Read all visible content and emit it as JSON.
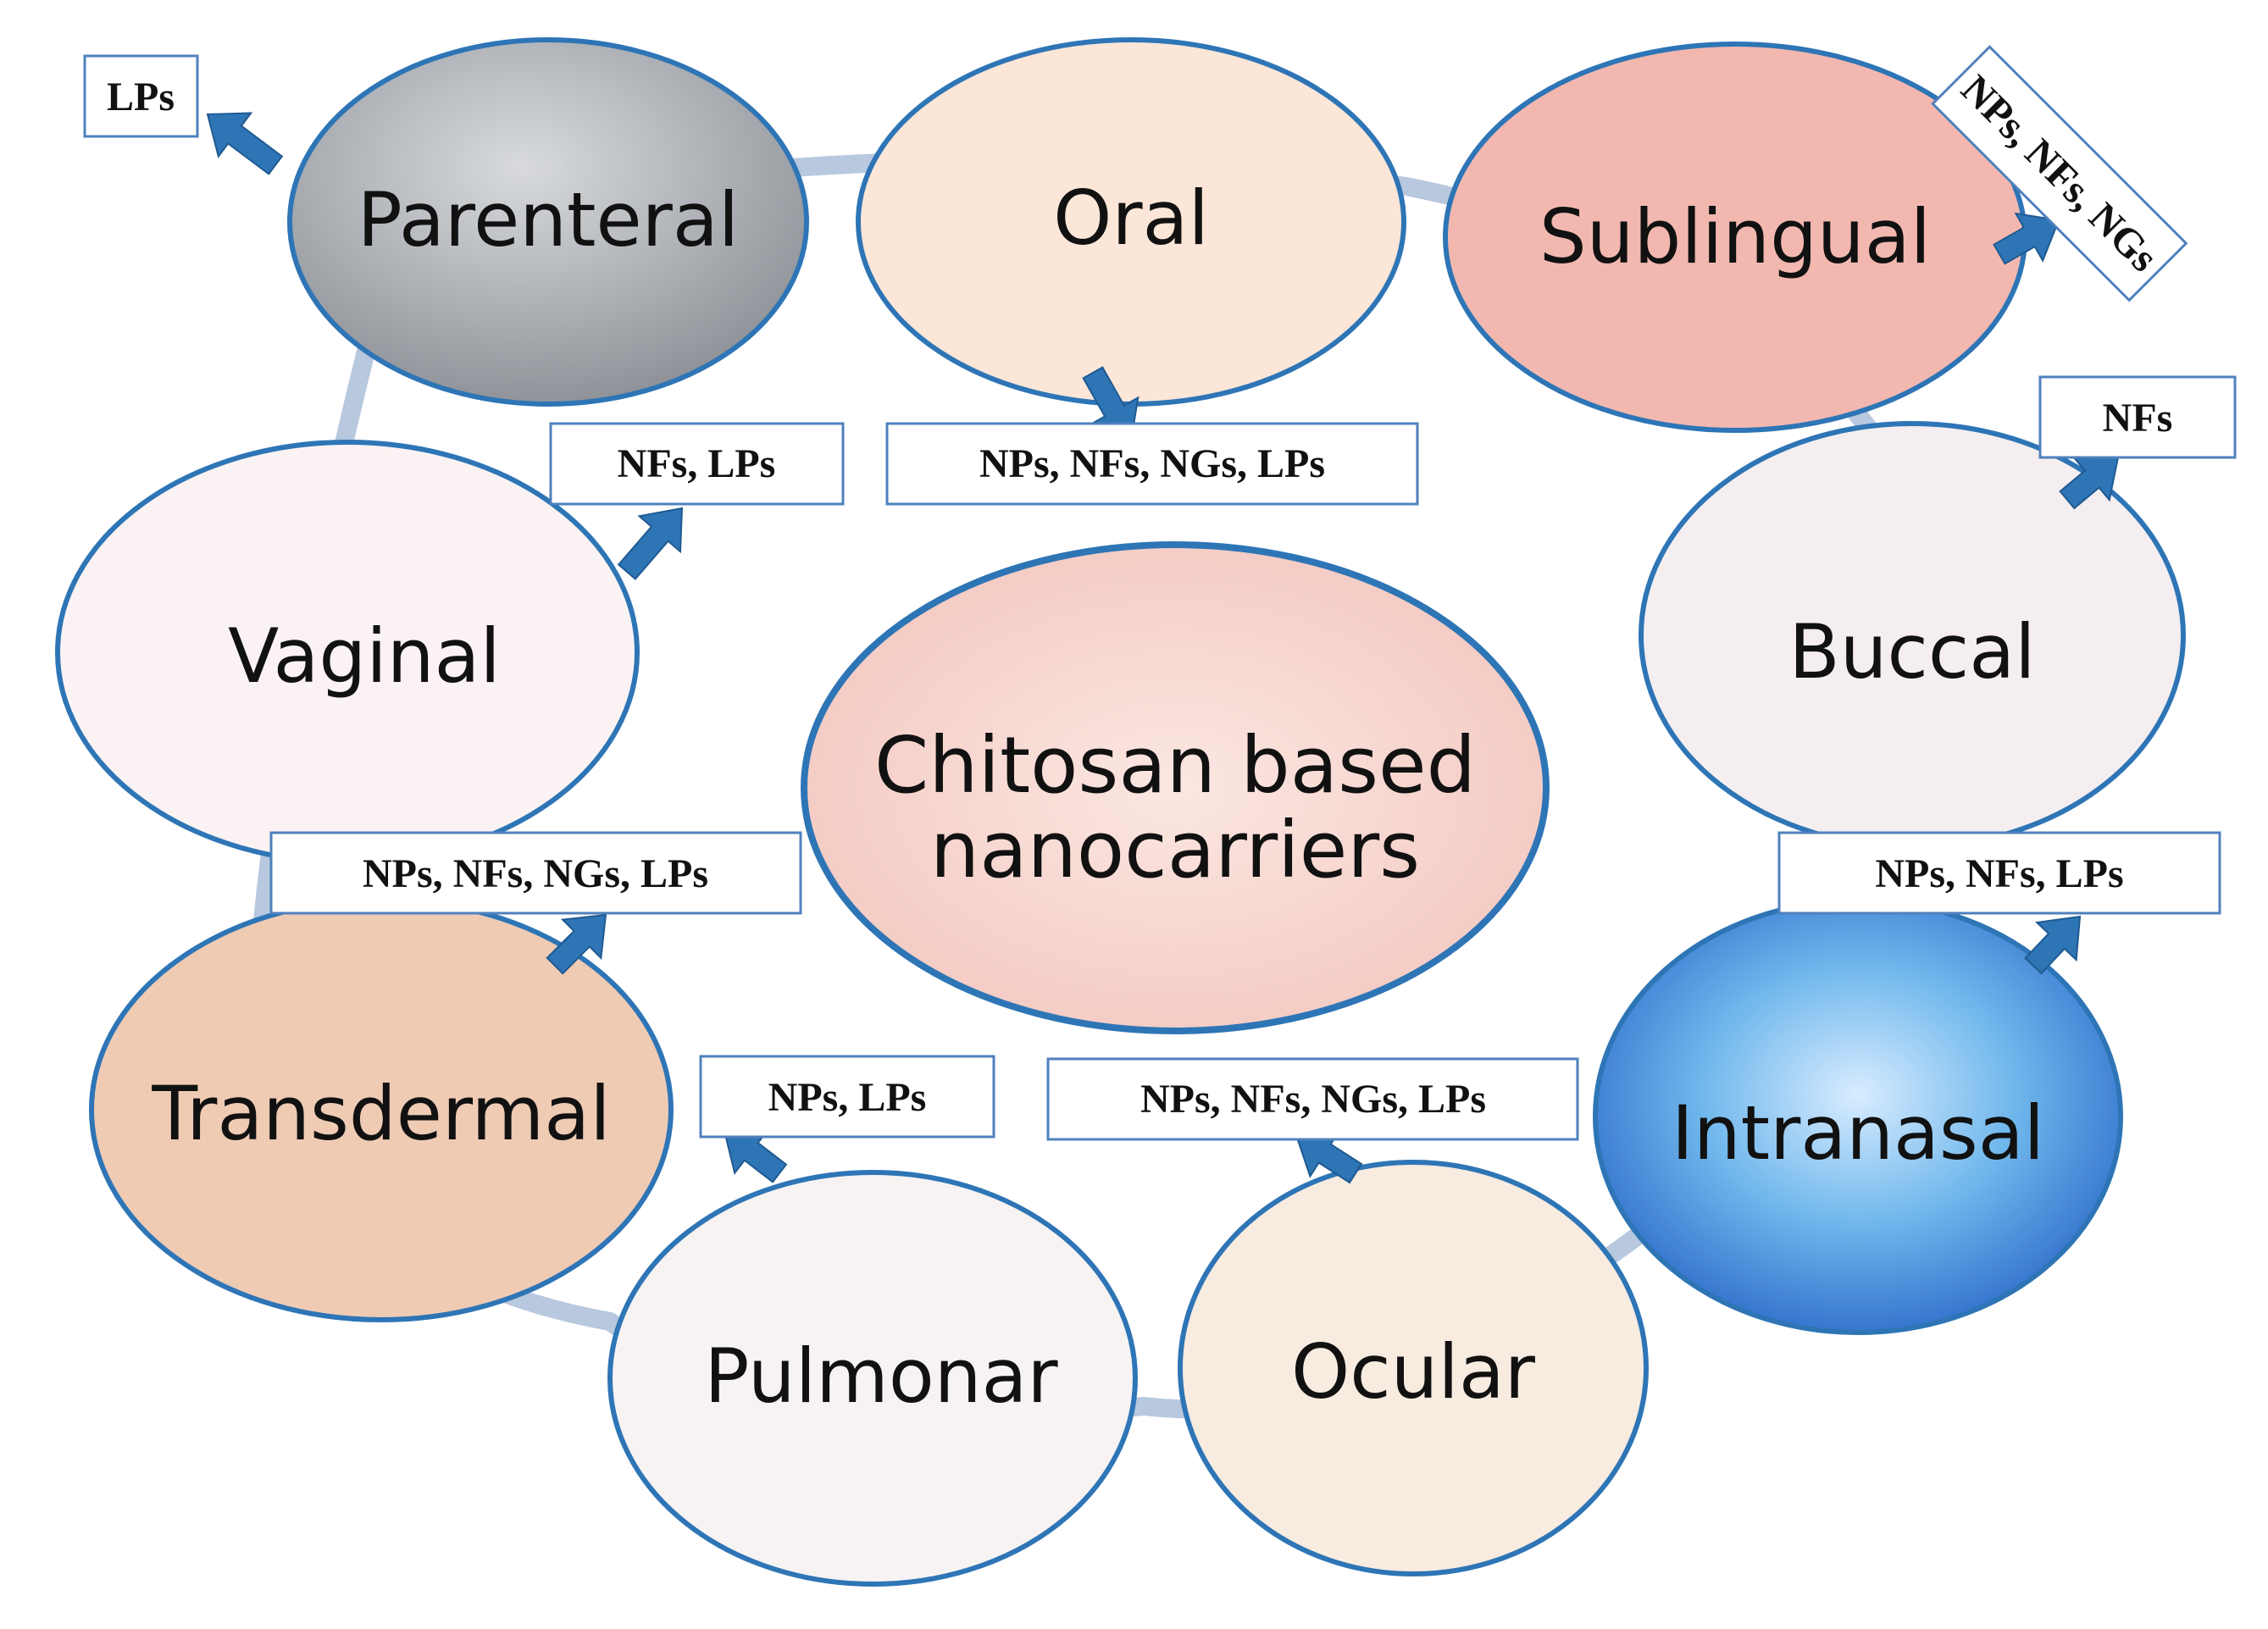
{
  "center": {
    "line1": "Chitosan based",
    "line2": "nanocarriers"
  },
  "routes": [
    {
      "id": "parenteral",
      "label": "Parenteral",
      "carriers": "LPs",
      "fill": "#9a9ea4"
    },
    {
      "id": "oral",
      "label": "Oral",
      "carriers": "NPs, NFs, NGs, LPs",
      "fill": "#fbe6d8"
    },
    {
      "id": "sublingual",
      "label": "Sublingual",
      "carriers": "NPs, NFs, NGs",
      "fill": "#f2b8b0"
    },
    {
      "id": "buccal",
      "label": "Buccal",
      "carriers": "NFs",
      "fill": "#f4eef0"
    },
    {
      "id": "intranasal",
      "label": "Intranasal",
      "carriers": "NPs, NFs, LPs",
      "fill": "#6fb7ec"
    },
    {
      "id": "ocular",
      "label": "Ocular",
      "carriers": "NPs, NFs, NGs, LPs",
      "fill": "#f8ebe0"
    },
    {
      "id": "pulmonar",
      "label": "Pulmonar",
      "carriers": "NPs, LPs",
      "fill": "#f7f3f3"
    },
    {
      "id": "transdermal",
      "label": "Transdermal",
      "carriers": "NPs, NFs, NGs, LPs",
      "fill": "#efcbb4"
    },
    {
      "id": "vaginal",
      "label": "Vaginal",
      "carriers": "NFs, LPs",
      "fill": "#fbf3f3"
    }
  ],
  "colors": {
    "ring": "#b8c8de",
    "ellipse_stroke": "#2e75b6",
    "arrow": "#2e75b6",
    "box_stroke": "#4f81bd",
    "center_fill": "#f8d6d0"
  }
}
